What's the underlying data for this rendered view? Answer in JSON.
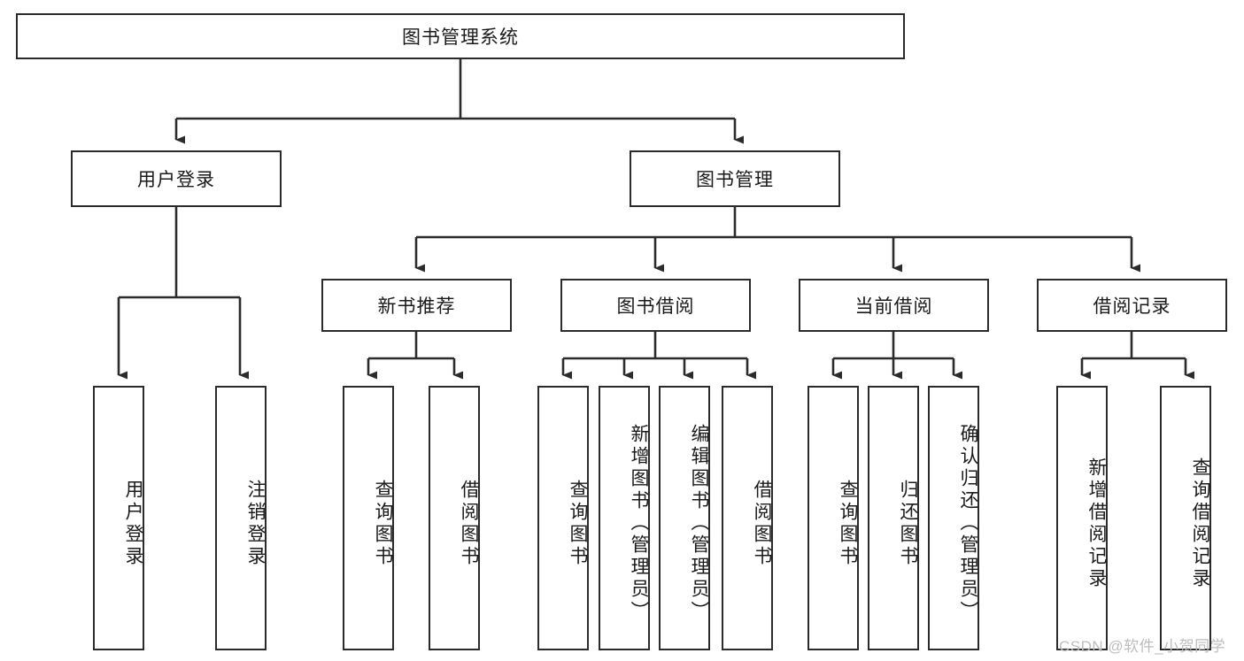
{
  "diagram": {
    "type": "tree-hierarchy",
    "title": "图书管理系统",
    "watermark": "CSDN @软件_小贺同学",
    "colors": {
      "stroke": "#2b2b2b",
      "fill": "#ffffff",
      "text": "#1a1a1a",
      "watermark": "#bdbdbd"
    },
    "levels": {
      "root": {
        "label": "图书管理系统"
      },
      "level2": [
        {
          "id": "user-login",
          "label": "用户登录"
        },
        {
          "id": "book-management",
          "label": "图书管理"
        }
      ],
      "level3": [
        {
          "id": "new-book-recommend",
          "label": "新书推荐",
          "parent": "book-management"
        },
        {
          "id": "book-borrow",
          "label": "图书借阅",
          "parent": "book-management"
        },
        {
          "id": "current-borrow",
          "label": "当前借阅",
          "parent": "book-management"
        },
        {
          "id": "borrow-record",
          "label": "借阅记录",
          "parent": "book-management"
        }
      ],
      "leaves": [
        {
          "id": "leaf-user-login",
          "label": "用户登录",
          "parent": "user-login"
        },
        {
          "id": "leaf-logout-login",
          "label": "注销登录",
          "parent": "user-login"
        },
        {
          "id": "leaf-query-book-1",
          "label": "查询图书",
          "parent": "new-book-recommend"
        },
        {
          "id": "leaf-borrow-book-1",
          "label": "借阅图书",
          "parent": "new-book-recommend"
        },
        {
          "id": "leaf-query-book-2",
          "label": "查询图书",
          "parent": "book-borrow"
        },
        {
          "id": "leaf-add-book",
          "label": "新增图书（管理员）",
          "parent": "book-borrow"
        },
        {
          "id": "leaf-edit-book",
          "label": "编辑图书（管理员）",
          "parent": "book-borrow"
        },
        {
          "id": "leaf-borrow-book-2",
          "label": "借阅图书",
          "parent": "book-borrow"
        },
        {
          "id": "leaf-query-book-3",
          "label": "查询图书",
          "parent": "current-borrow"
        },
        {
          "id": "leaf-return-book",
          "label": "归还图书",
          "parent": "current-borrow"
        },
        {
          "id": "leaf-confirm-return",
          "label": "确认归还（管理员）",
          "parent": "current-borrow"
        },
        {
          "id": "leaf-add-record",
          "label": "新增借阅记录",
          "parent": "borrow-record"
        },
        {
          "id": "leaf-query-record",
          "label": "查询借阅记录",
          "parent": "borrow-record"
        }
      ]
    }
  }
}
